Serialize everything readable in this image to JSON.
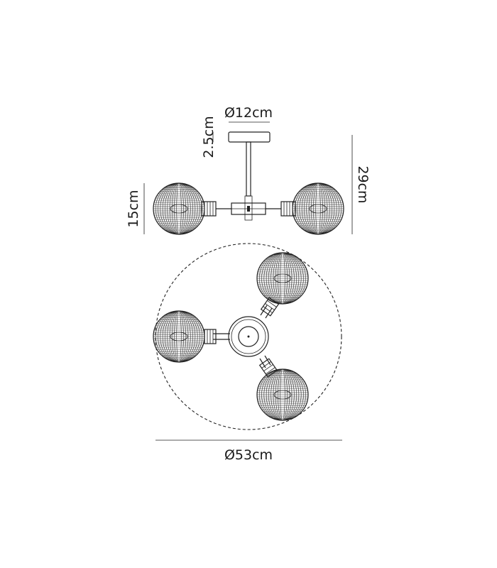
{
  "diagram": {
    "dimensions": {
      "canopy_diameter": "Ø12cm",
      "canopy_height": "2.5cm",
      "overall_height": "29cm",
      "globe_height": "15cm",
      "overall_diameter": "Ø53cm"
    },
    "colors": {
      "ink": "#222222",
      "background": "#ffffff"
    }
  }
}
